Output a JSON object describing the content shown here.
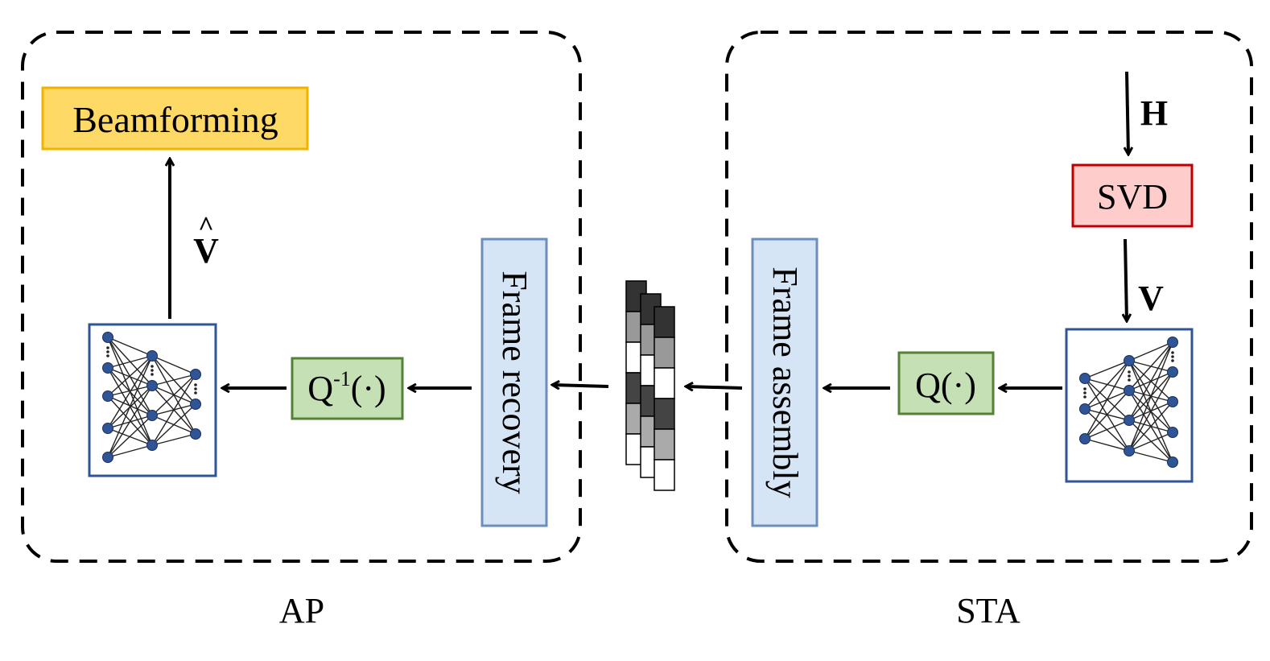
{
  "ap": {
    "group_label": "AP",
    "beamforming_label": "Beamforming",
    "v_hat_label": "V",
    "v_hat_accent": "^",
    "dequant_label": "Q",
    "dequant_exponent": "-1",
    "dequant_arg": "(·)",
    "frame_recovery_label": "Frame recovery"
  },
  "sta": {
    "group_label": "STA",
    "h_label": "H",
    "svd_label": "SVD",
    "v_label": "V",
    "quant_label": "Q(·)",
    "frame_assembly_label": "Frame assembly"
  },
  "colors": {
    "beamforming_fill": "#FFD966",
    "beamforming_border": "#F0B400",
    "svd_fill": "#FFCCCC",
    "svd_border": "#C00000",
    "quant_fill": "#C5E0B4",
    "quant_border": "#548235",
    "frame_fill": "#D5E5F5",
    "frame_border": "#6C8EBF",
    "nn_border": "#2F5597",
    "nn_node": "#2F5597",
    "frame_cells": [
      "#333333",
      "#999999",
      "#ffffff",
      "#444444",
      "#aaaaaa",
      "#ffffff"
    ]
  }
}
